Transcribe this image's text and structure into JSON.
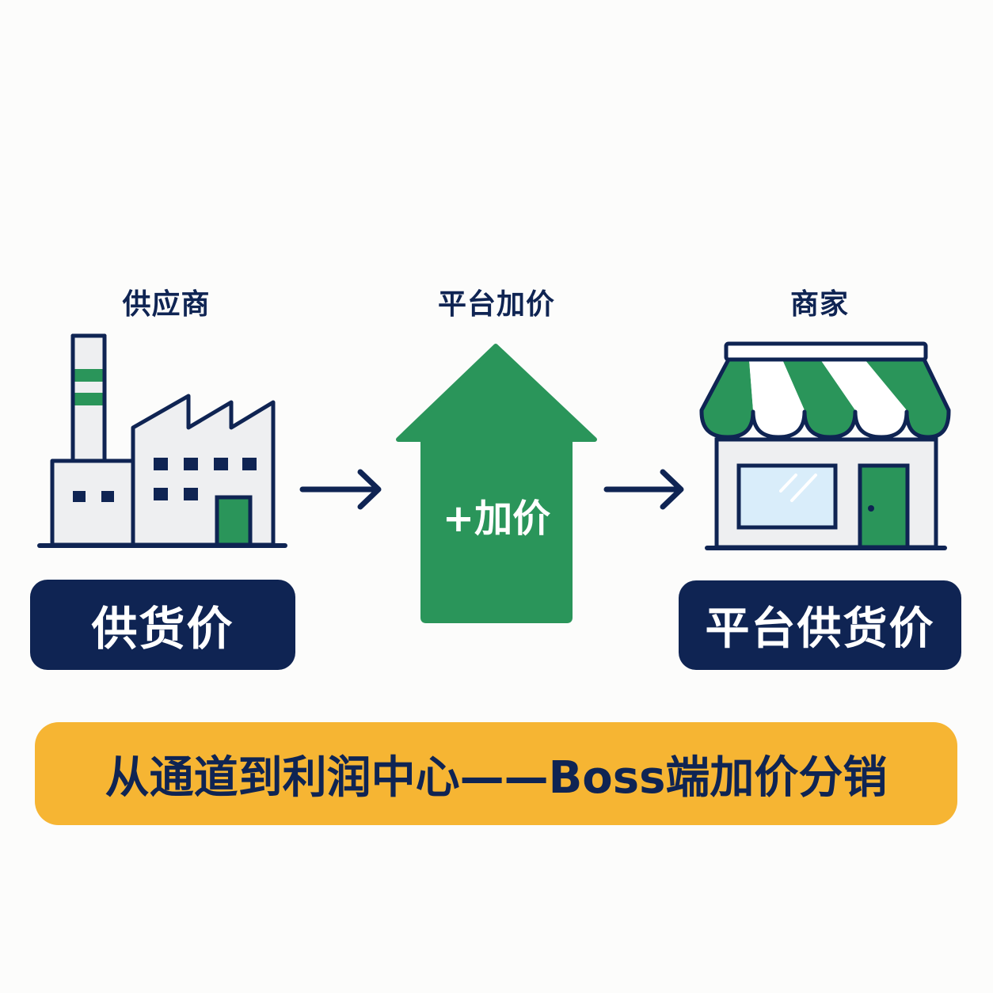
{
  "labels": {
    "supplier": "供应商",
    "markup": "平台加价",
    "merchant": "商家"
  },
  "markup_arrow": {
    "label": "+加价"
  },
  "price_boxes": {
    "supply_price": "供货价",
    "platform_supply_price": "平台供货价"
  },
  "banner": {
    "text": "从通道到利润中心——Boss端加价分销"
  },
  "colors": {
    "navy": "#0f2453",
    "green": "#2a955a",
    "yellow": "#f6b533",
    "light_gray": "#eeeff1",
    "window_blue": "#d9edfa"
  },
  "icons": [
    "factory-icon",
    "arrow-right-icon",
    "up-arrow-icon",
    "storefront-icon"
  ]
}
